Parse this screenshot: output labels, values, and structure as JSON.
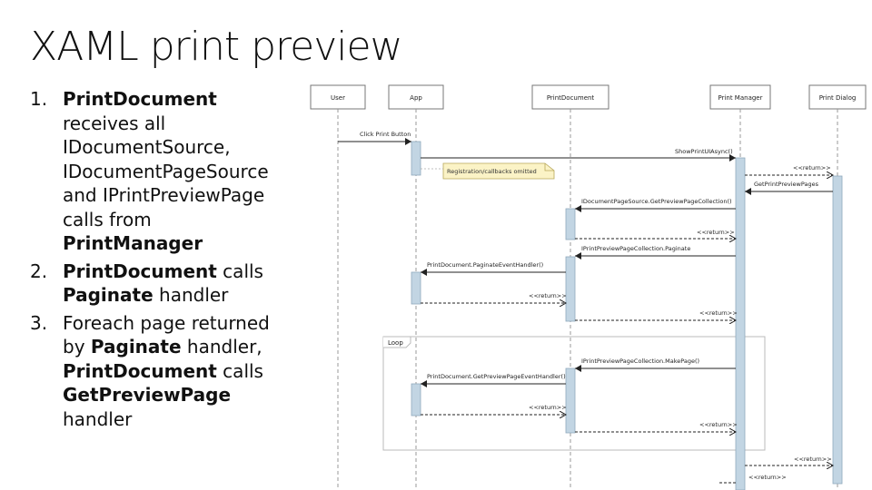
{
  "title": "XAML print preview",
  "steps": [
    {
      "number": "1.",
      "segments": [
        {
          "text": "PrintDocument",
          "bold": true
        },
        {
          "text": " receives all IDocumentSource, IDocumentPageSource and IPrintPreviewPage calls from ",
          "bold": false
        },
        {
          "text": "PrintManager",
          "bold": true
        }
      ]
    },
    {
      "number": "2.",
      "segments": [
        {
          "text": "PrintDocument",
          "bold": true
        },
        {
          "text": " calls ",
          "bold": false
        },
        {
          "text": "Paginate",
          "bold": true
        },
        {
          "text": " handler",
          "bold": false
        }
      ]
    },
    {
      "number": "3.",
      "segments": [
        {
          "text": "Foreach page returned by ",
          "bold": false
        },
        {
          "text": "Paginate",
          "bold": true
        },
        {
          "text": " handler, ",
          "bold": false
        },
        {
          "text": "PrintDocument",
          "bold": true
        },
        {
          "text": " calls ",
          "bold": false
        },
        {
          "text": "GetPreviewPage",
          "bold": true
        },
        {
          "text": " handler",
          "bold": false
        }
      ]
    }
  ],
  "diagram": {
    "participants": [
      {
        "id": "user",
        "label": "User"
      },
      {
        "id": "app",
        "label": "App"
      },
      {
        "id": "printdoc",
        "label": "PrintDocument"
      },
      {
        "id": "printmgr",
        "label": "Print Manager"
      },
      {
        "id": "dialog",
        "label": "Print Dialog"
      }
    ],
    "messages": [
      {
        "id": "click",
        "label": "Click Print Button"
      },
      {
        "id": "showprintui",
        "label": "ShowPrintUIAsync()"
      },
      {
        "id": "ret-dialog-1",
        "label": "<<return>>"
      },
      {
        "id": "getpreviewpages",
        "label": "GetPrintPreviewPages"
      },
      {
        "id": "getpreviewpagecollection",
        "label": "IDocumentPageSource.GetPreviewPageCollection()"
      },
      {
        "id": "ret-mgr-1",
        "label": "<<return>>"
      },
      {
        "id": "paginate",
        "label": "IPrintPreviewPageCollection.Paginate"
      },
      {
        "id": "paginate-handler",
        "label": "PrintDocument.PaginateEventHandler()"
      },
      {
        "id": "ret-app-1",
        "label": "<<return>>"
      },
      {
        "id": "ret-mgr-2",
        "label": "<<return>>"
      },
      {
        "id": "makepage",
        "label": "IPrintPreviewPageCollection.MakePage()"
      },
      {
        "id": "getpreview-handler",
        "label": "PrintDocument.GetPreviewPageEventHandler()"
      },
      {
        "id": "ret-app-2",
        "label": "<<return>>"
      },
      {
        "id": "ret-mgr-3",
        "label": "<<return>>"
      },
      {
        "id": "ret-dialog-2",
        "label": "<<return>>"
      },
      {
        "id": "ret-user",
        "label": "<<return>>"
      }
    ],
    "note": "Registration/callbacks omitted",
    "loop_label": "Loop"
  }
}
